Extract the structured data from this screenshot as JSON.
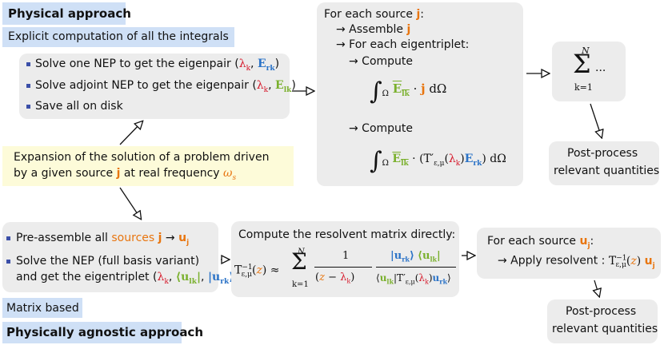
{
  "physical": {
    "title": "Physical approach",
    "subtitle": "Explicit computation of all the integrals",
    "items": [
      {
        "text": "Solve one NEP to get the eigenpair ("
      },
      {
        "text": "Solve adjoint NEP to get the eigenpair ("
      },
      {
        "text": "Save all on disk"
      }
    ]
  },
  "source_box": {
    "line1": "For each source ",
    "src": "j",
    "step1": "→ Assemble ",
    "step2": "→ For each eigentriplet:",
    "step3": "→ Compute",
    "step4": "→ Compute"
  },
  "sum_box": {
    "upper": "N",
    "lower": "k=1",
    "dots": "···"
  },
  "post1": {
    "line1": "Post-process",
    "line2": "relevant quantities"
  },
  "expansion": {
    "line1": "Expansion of the solution of a problem driven",
    "line2a": "by a given source ",
    "line2b": " at real frequency "
  },
  "matrix": {
    "items": [
      {
        "text": "Pre-assemble all "
      },
      {
        "text": "Solve the NEP (full basis variant)"
      },
      {
        "text": "and get the eigentriplet ("
      }
    ],
    "label1": "Matrix based",
    "label2": "Physically agnostic approach"
  },
  "resolvent": {
    "title": "Compute the resolvent matrix directly:"
  },
  "apply_box": {
    "line1": "For each source ",
    "line2": "→ Apply resolvent : "
  },
  "post2": {
    "line1": "Post-process",
    "line2": "relevant quantities"
  },
  "colors": {
    "orange": "#e8750f",
    "red": "#d6192b",
    "blue": "#2b73c7",
    "green": "#7ab02d",
    "panel": "#ececec",
    "label_blue": "#cfe0f6",
    "label_yellow": "#fdfbd9"
  }
}
